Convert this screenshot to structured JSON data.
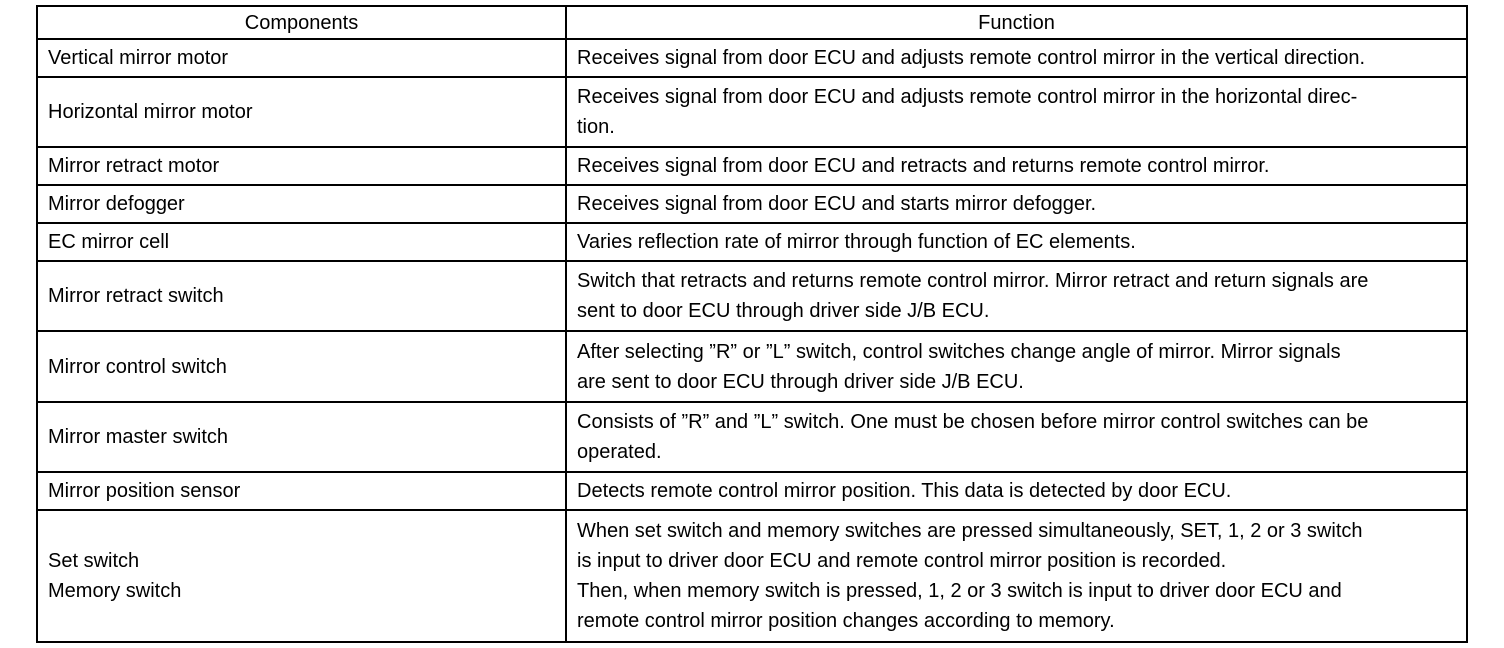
{
  "table": {
    "headers": [
      "Components",
      "Function"
    ],
    "rows": [
      {
        "component": "Vertical  mirror motor",
        "function": "Receives signal from door ECU and adjusts remote control mirror in the vertical direction."
      },
      {
        "component": "Horizontal mirror motor",
        "function": "Receives signal from door ECU and adjusts remote control mirror in the horizontal direc-\ntion."
      },
      {
        "component": "Mirror retract  motor",
        "function": "Receives signal from door ECU and retracts and returns remote control mirror."
      },
      {
        "component": "Mirror defogger",
        "function": "Receives signal from door ECU and starts mirror defogger."
      },
      {
        "component": "EC mirror cell",
        "function": "Varies reflection rate of mirror through function of EC elements."
      },
      {
        "component": "Mirror retract switch",
        "function": "Switch that retracts and returns remote control mirror. Mirror retract and return signals are\nsent to door ECU through driver side J/B ECU."
      },
      {
        "component": "Mirror control switch",
        "function": "After selecting ”R” or ”L” switch, control switches change angle of mirror. Mirror signals\nare sent to door ECU through driver side J/B ECU."
      },
      {
        "component": "Mirror master switch",
        "function": "Consists of ”R” and ”L” switch. One must be chosen before mirror control switches can be\noperated."
      },
      {
        "component": "Mirror position sensor",
        "function": "Detects remote control mirror position. This data is detected by door ECU."
      },
      {
        "component": "Set switch\nMemory switch",
        "function": "When set switch and memory switches are pressed simultaneously, SET, 1, 2 or 3 switch\nis input to driver door ECU and remote control mirror position is recorded.\nThen, when memory switch is pressed, 1, 2 or 3 switch is input to driver door ECU and\nremote control mirror position changes according to memory."
      }
    ]
  }
}
